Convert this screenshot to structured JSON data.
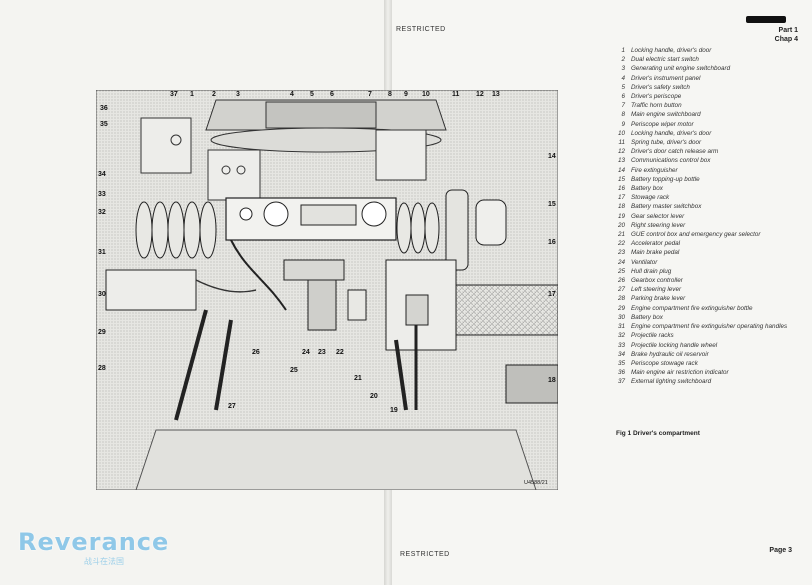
{
  "header": {
    "restricted_top": "RESTRICTED",
    "restricted_bottom": "RESTRICTED",
    "part": "Part 1",
    "chap": "Chap 4"
  },
  "figure": {
    "drawing_code": "U4588/21",
    "callout_labels": [
      "1",
      "2",
      "3",
      "4",
      "5",
      "6",
      "7",
      "8",
      "9",
      "10",
      "11",
      "12",
      "13",
      "14",
      "15",
      "16",
      "17",
      "18",
      "19",
      "20",
      "21",
      "22",
      "23",
      "24",
      "25",
      "26",
      "27",
      "28",
      "29",
      "30",
      "31",
      "32",
      "33",
      "34",
      "35",
      "36",
      "37"
    ]
  },
  "legend": {
    "items": [
      {
        "n": "1",
        "text": "Locking handle, driver's door"
      },
      {
        "n": "2",
        "text": "Dual electric start switch"
      },
      {
        "n": "3",
        "text": "Generating unit engine switchboard"
      },
      {
        "n": "4",
        "text": "Driver's instrument panel"
      },
      {
        "n": "5",
        "text": "Driver's safety switch"
      },
      {
        "n": "6",
        "text": "Driver's periscope"
      },
      {
        "n": "7",
        "text": "Traffic horn button"
      },
      {
        "n": "8",
        "text": "Main engine switchboard"
      },
      {
        "n": "9",
        "text": "Periscope wiper motor"
      },
      {
        "n": "10",
        "text": "Locking handle, driver's door"
      },
      {
        "n": "11",
        "text": "Spring tube, driver's door"
      },
      {
        "n": "12",
        "text": "Driver's door catch release arm"
      },
      {
        "n": "13",
        "text": "Communications control box"
      },
      {
        "n": "14",
        "text": "Fire extinguisher"
      },
      {
        "n": "15",
        "text": "Battery topping-up bottle"
      },
      {
        "n": "16",
        "text": "Battery box"
      },
      {
        "n": "17",
        "text": "Stowage rack"
      },
      {
        "n": "18",
        "text": "Battery master switchbox"
      },
      {
        "n": "19",
        "text": "Gear selector lever"
      },
      {
        "n": "20",
        "text": "Right steering lever"
      },
      {
        "n": "21",
        "text": "GUE control box and emergency gear selector"
      },
      {
        "n": "22",
        "text": "Accelerator pedal"
      },
      {
        "n": "23",
        "text": "Main brake pedal"
      },
      {
        "n": "24",
        "text": "Ventilator"
      },
      {
        "n": "25",
        "text": "Hull drain plug"
      },
      {
        "n": "26",
        "text": "Gearbox controller"
      },
      {
        "n": "27",
        "text": "Left steering lever"
      },
      {
        "n": "28",
        "text": "Parking brake lever"
      },
      {
        "n": "29",
        "text": "Engine compartment fire extinguisher bottle"
      },
      {
        "n": "30",
        "text": "Battery box"
      },
      {
        "n": "31",
        "text": "Engine compartment fire extinguisher operating handles"
      },
      {
        "n": "32",
        "text": "Projectile racks"
      },
      {
        "n": "33",
        "text": "Projectile locking handle wheel"
      },
      {
        "n": "34",
        "text": "Brake hydraulic oil reservoir"
      },
      {
        "n": "35",
        "text": "Periscope stowage rack"
      },
      {
        "n": "36",
        "text": "Main engine air restriction indicator"
      },
      {
        "n": "37",
        "text": "External lighting switchboard"
      }
    ]
  },
  "caption": "Fig 1   Driver's compartment",
  "page_number": "Page 3",
  "watermark": {
    "main": "Reverance",
    "sub": "战斗在法国"
  }
}
